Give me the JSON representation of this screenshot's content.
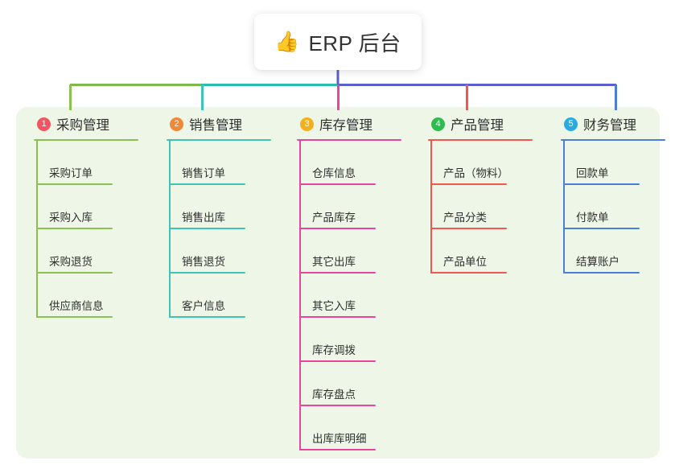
{
  "root": {
    "icon": "thumbs-up-icon",
    "icon_glyph": "👍",
    "title": "ERP 后台"
  },
  "theme": {
    "page_background": "#ffffff",
    "card_background": "#eef7e7",
    "root_card_background": "#ffffff",
    "text_color": "#2f2f2f"
  },
  "connectors": {
    "trunk_color": "#5a5fd0",
    "bus_segment_1_color": "#7db94a",
    "bus_segment_2_color": "#2bbcae",
    "bus_segment_3_color": "#5a5fd0"
  },
  "columns": [
    {
      "index": "1",
      "title": "采购管理",
      "badge_color": "#f55561",
      "line_color": "#8cc152",
      "items": [
        {
          "label": "采购订单"
        },
        {
          "label": "采购入库"
        },
        {
          "label": "采购退货"
        },
        {
          "label": "供应商信息"
        }
      ]
    },
    {
      "index": "2",
      "title": "销售管理",
      "badge_color": "#f0883a",
      "line_color": "#3fc3b4",
      "items": [
        {
          "label": "销售订单"
        },
        {
          "label": "销售出库"
        },
        {
          "label": "销售退货"
        },
        {
          "label": "客户信息"
        }
      ]
    },
    {
      "index": "3",
      "title": "库存管理",
      "badge_color": "#f2b01e",
      "line_color": "#e8469c",
      "items": [
        {
          "label": "仓库信息"
        },
        {
          "label": "产品库存"
        },
        {
          "label": "其它出库"
        },
        {
          "label": "其它入库"
        },
        {
          "label": "库存调拨"
        },
        {
          "label": "库存盘点"
        },
        {
          "label": "出库库明细"
        }
      ]
    },
    {
      "index": "4",
      "title": "产品管理",
      "badge_color": "#2ebb4f",
      "line_color": "#f4564f",
      "items": [
        {
          "label": "产品（物料）"
        },
        {
          "label": "产品分类"
        },
        {
          "label": "产品单位"
        }
      ]
    },
    {
      "index": "5",
      "title": "财务管理",
      "badge_color": "#29abe2",
      "line_color": "#4a7fd4",
      "items": [
        {
          "label": "回款单"
        },
        {
          "label": "付款单"
        },
        {
          "label": "结算账户"
        }
      ]
    }
  ]
}
